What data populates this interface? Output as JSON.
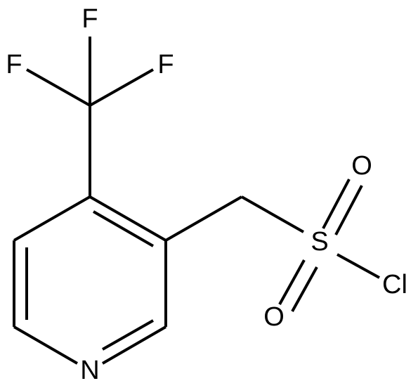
{
  "structure": {
    "atoms": {
      "f_top": "F",
      "f_left": "F",
      "f_right": "F",
      "o_upper": "O",
      "o_lower": "O",
      "s": "S",
      "cl": "Cl",
      "n": "N"
    },
    "colors": {
      "bond": "#000000",
      "text": "#000000",
      "background": "#ffffff"
    }
  }
}
